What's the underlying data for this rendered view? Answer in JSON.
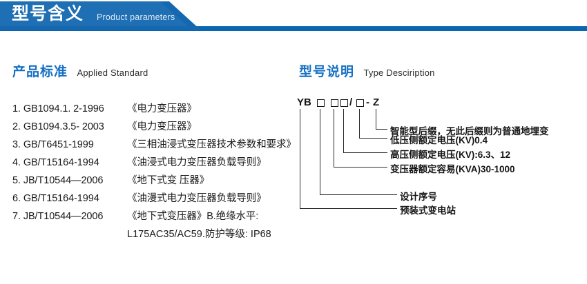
{
  "banner": {
    "title_cn": "型号含义",
    "title_en": "Product parameters",
    "color_dark": "#1568b0",
    "color_light": "#1f6fb4",
    "bar_color": "#0a66b0"
  },
  "sections": {
    "left": {
      "heading_cn": "产品标准",
      "heading_en": "Applied Standard",
      "standards": [
        {
          "index": "1.",
          "code": "GB1094.1. 2-1996",
          "name": "《电力变压器》"
        },
        {
          "index": "2.",
          "code": "GB1094.3.5- 2003",
          "name": "《电力变压器》"
        },
        {
          "index": "3.",
          "code": "GB/T6451-1999",
          "name": "《三相油浸式变压器技术参数和要求》"
        },
        {
          "index": "4.",
          "code": "GB/T15164-1994",
          "name": "《油浸式电力变压器负载导则》"
        },
        {
          "index": "5.",
          "code": "JB/T10544—2006",
          "name": "《地下式变 压器》"
        },
        {
          "index": "6.",
          "code": "GB/T15164-1994",
          "name": "《油漫式电力变压器负载导则》"
        },
        {
          "index": "7.",
          "code": "JB/T10544—2006",
          "name": "《地下式变压器》B.绝缘水平:"
        }
      ],
      "continuation": "L175AC35/AC59.防护等级: IP68"
    },
    "right": {
      "heading_cn": "型号说明",
      "heading_en": "Type Desciription",
      "code_tokens": [
        {
          "type": "text",
          "value": "YB"
        },
        {
          "type": "box"
        },
        {
          "type": "box"
        },
        {
          "type": "box"
        },
        {
          "type": "text",
          "value": "/"
        },
        {
          "type": "box"
        },
        {
          "type": "text",
          "value": "-"
        },
        {
          "type": "text",
          "value": "Z"
        }
      ],
      "labels": [
        "智能型后缀，无此后缀则为普通地埋变",
        "低压侧额定电压(KV)0.4",
        "高压侧额定电压(KV):6.3、12",
        "变压器额定容易(KVA)30-1000",
        "设计序号",
        "预装式变电站"
      ]
    }
  },
  "accent_color": "#1470c4"
}
